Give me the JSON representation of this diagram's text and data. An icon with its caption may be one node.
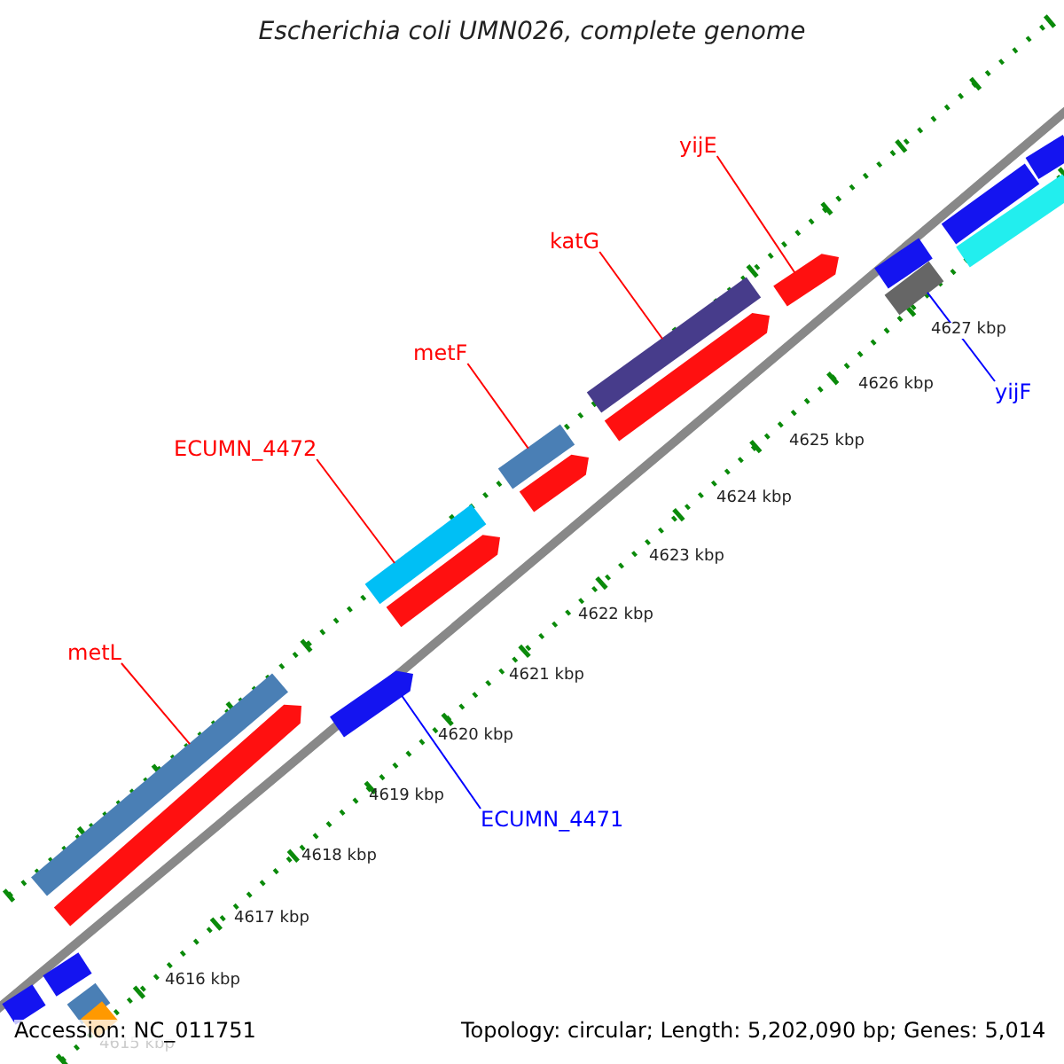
{
  "diagram": {
    "title": "Escherichia coli UMN026, complete genome",
    "nodes": [
      {
        "text": [
          "yijE"
        ]
      },
      {
        "text": [
          "katG"
        ]
      },
      {
        "text": [
          "metF"
        ]
      },
      {
        "text": [
          "ECUMN_4472"
        ]
      },
      {
        "text": [
          "yijF"
        ]
      },
      {
        "text": [
          "metL"
        ]
      },
      {
        "text": [
          "ECUMN_4471"
        ]
      },
      {
        "text": [],
        "shape": "bar"
      },
      {
        "text": [],
        "shape": "bar"
      },
      {
        "text": [],
        "shape": "bar"
      },
      {
        "text": [],
        "shape": "bar"
      },
      {
        "text": [],
        "shape": "bar"
      },
      {
        "text": [],
        "shape": "bar"
      },
      {
        "text": [],
        "shape": "bar"
      },
      {
        "text": [],
        "shape": "bar"
      },
      {
        "text": [],
        "shape": "bar"
      },
      {
        "text": [],
        "shape": "bar"
      },
      {
        "text": [],
        "shape": "bar"
      },
      {
        "text": [],
        "shape": "bar"
      },
      {
        "text": [],
        "shape": "bar"
      },
      {
        "text": [],
        "shape": "bar"
      },
      {
        "text": [],
        "shape": "bar"
      },
      {
        "text": [],
        "shape": "bar"
      },
      {
        "text": [],
        "shape": "bar"
      },
      {
        "text": [],
        "shape": "bar"
      },
      {
        "text": [],
        "shape": "bar"
      }
    ],
    "edges": [
      {
        "from": 0,
        "to": 20,
        "arrow": "none"
      },
      {
        "from": 1,
        "to": 18,
        "arrow": "none"
      },
      {
        "from": 2,
        "to": 16,
        "arrow": "none"
      },
      {
        "from": 3,
        "to": 14,
        "arrow": "none"
      },
      {
        "from": 4,
        "to": 22,
        "arrow": "none",
        "color": "#0000ff"
      },
      {
        "from": 5,
        "to": 8,
        "arrow": "none"
      },
      {
        "from": 6,
        "to": 13,
        "arrow": "none",
        "color": "#0000ff"
      }
    ],
    "labels": [
      "4627 kbp",
      "4626 kbp",
      "4625 kbp",
      "4624 kbp",
      "4623 kbp",
      "4622 kbp",
      "4621 kbp",
      "4620 kbp",
      "4619 kbp",
      "4618 kbp",
      "4617 kbp",
      "4616 kbp",
      "4615 kbp",
      "Accession: NC_011751",
      "Topology: circular; Length: 5,202,090 bp; Genes: 5,014"
    ]
  }
}
